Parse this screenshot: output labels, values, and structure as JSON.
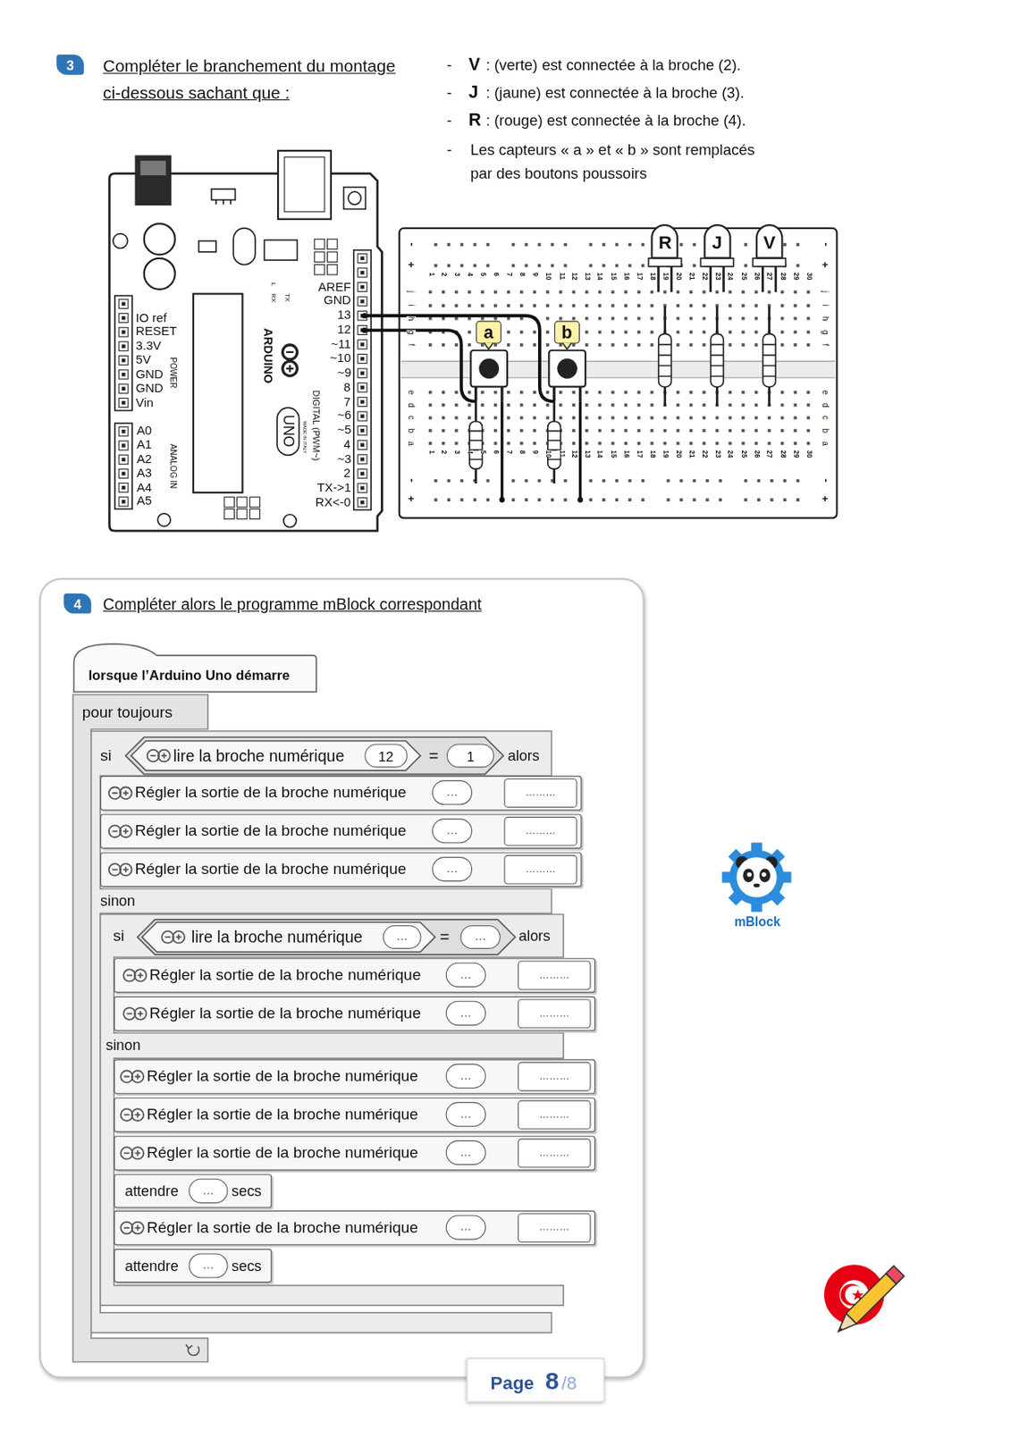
{
  "diagram": {
    "nodes": [
      {
        "text": [
          "3"
        ]
      },
      {
        "text": [
          "a"
        ]
      },
      {
        "text": [
          "b"
        ]
      },
      {
        "text": [
          "R"
        ]
      },
      {
        "text": [
          "J"
        ]
      },
      {
        "text": [
          "V"
        ]
      },
      {
        "text": [
          "Compléter alors le programme mBlock correspondant"
        ]
      },
      {
        "text": [
          "4"
        ],
        "in": 6
      },
      {
        "text": [
          "lorsque l’Arduino Uno démarre"
        ],
        "in": 6
      },
      {
        "text": [
          "pour toujours"
        ],
        "in": 6
      },
      {
        "text": [
          "si",
          "alors",
          "sinon"
        ],
        "in": 9
      },
      {
        "text": [
          "="
        ],
        "in": 10
      },
      {
        "text": [
          "lire la broche numérique"
        ],
        "in": 11
      },
      {
        "text": [
          "12"
        ],
        "in": 12
      },
      {
        "text": [
          "1"
        ],
        "in": 11
      },
      {
        "text": [
          "Régler la sortie de la broche numérique"
        ],
        "in": 10
      },
      {
        "text": [
          "…"
        ],
        "in": 15
      },
      {
        "text": [
          "………"
        ],
        "in": 15
      },
      {
        "text": [
          "Régler la sortie de la broche numérique"
        ],
        "in": 10
      },
      {
        "text": [
          "…"
        ],
        "in": 18
      },
      {
        "text": [
          "………"
        ],
        "in": 18
      },
      {
        "text": [
          "Régler la sortie de la broche numérique"
        ],
        "in": 10
      },
      {
        "text": [
          "…"
        ],
        "in": 21
      },
      {
        "text": [
          "………"
        ],
        "in": 21
      },
      {
        "text": [
          "si",
          "alors",
          "sinon"
        ],
        "in": 10
      },
      {
        "text": [
          "="
        ],
        "in": 24
      },
      {
        "text": [
          "lire la broche numérique"
        ],
        "in": 25
      },
      {
        "text": [
          "…"
        ],
        "in": 26
      },
      {
        "text": [
          "…"
        ],
        "in": 25
      },
      {
        "text": [
          "Régler la sortie de la broche numérique"
        ],
        "in": 24
      },
      {
        "text": [
          "…"
        ],
        "in": 29
      },
      {
        "text": [
          "………"
        ],
        "in": 29
      },
      {
        "text": [
          "Régler la sortie de la broche numérique"
        ],
        "in": 24
      },
      {
        "text": [
          "…"
        ],
        "in": 32
      },
      {
        "text": [
          "………"
        ],
        "in": 32
      },
      {
        "text": [
          "Régler la sortie de la broche numérique"
        ],
        "in": 24
      },
      {
        "text": [
          "…"
        ],
        "in": 35
      },
      {
        "text": [
          "………"
        ],
        "in": 35
      },
      {
        "text": [
          "Régler la sortie de la broche numérique"
        ],
        "in": 24
      },
      {
        "text": [
          "…"
        ],
        "in": 38
      },
      {
        "text": [
          "………"
        ],
        "in": 38
      },
      {
        "text": [
          "Régler la sortie de la broche numérique"
        ],
        "in": 24
      },
      {
        "text": [
          "…"
        ],
        "in": 41
      },
      {
        "text": [
          "………"
        ],
        "in": 41
      },
      {
        "text": [
          "attendre",
          "secs"
        ],
        "in": 24
      },
      {
        "text": [
          "…"
        ],
        "in": 44
      },
      {
        "text": [
          "Régler la sortie de la broche numérique"
        ],
        "in": 24
      },
      {
        "text": [
          "…"
        ],
        "in": 46
      },
      {
        "text": [
          "………"
        ],
        "in": 46
      },
      {
        "text": [
          "attendre",
          "secs"
        ],
        "in": 24
      },
      {
        "text": [
          "…"
        ],
        "in": 49
      },
      {
        "text": [
          "Page",
          "8",
          "/8"
        ]
      }
    ],
    "labels": [
      "Compléter le branchement du montage ci-dessous sachant que :",
      "-",
      "V",
      ": (verte) est connectée à la broche (2).",
      "-",
      "J",
      ": (jaune) est connectée à la broche (3).",
      "-",
      "R",
      ": (rouge) est connectée à la broche (4).",
      "-",
      "Les capteurs « a » et « b » sont remplacés par des boutons poussoirs",
      "IO ref",
      "RESET",
      "3.3V",
      "5V",
      "GND",
      "GND",
      "Vin",
      "POWER",
      "A0",
      "A1",
      "A2",
      "A3",
      "A4",
      "A5",
      "ANALOG IN",
      "AREF",
      "GND",
      "13",
      "12",
      "~11",
      "~10",
      "~9",
      "8",
      "7",
      "~6",
      "~5",
      "4",
      "~3",
      "2",
      "TX->1",
      "RX<-0",
      "DIGITAL (PWM~)",
      "ARDUINO",
      "UNO",
      "L",
      "TX",
      "RX",
      "MADE IN ITALY",
      "1",
      "2",
      "3",
      "4",
      "5",
      "6",
      "7",
      "8",
      "9",
      "10",
      "11",
      "12",
      "13",
      "14",
      "15",
      "16",
      "17",
      "18",
      "19",
      "20",
      "21",
      "22",
      "23",
      "24",
      "25",
      "26",
      "27",
      "28",
      "29",
      "30",
      "1",
      "2",
      "3",
      "4",
      "5",
      "6",
      "7",
      "8",
      "9",
      "10",
      "11",
      "12",
      "13",
      "14",
      "15",
      "16",
      "17",
      "18",
      "19",
      "20",
      "21",
      "22",
      "23",
      "24",
      "25",
      "26",
      "27",
      "28",
      "29",
      "30",
      "j",
      "i",
      "h",
      "g",
      "f",
      "e",
      "d",
      "c",
      "b",
      "a",
      "j",
      "i",
      "h",
      "g",
      "f",
      "e",
      "d",
      "c",
      "b",
      "a",
      "-",
      "+",
      "-",
      "+",
      "-",
      "+",
      "-",
      "+",
      "mBlock"
    ]
  }
}
